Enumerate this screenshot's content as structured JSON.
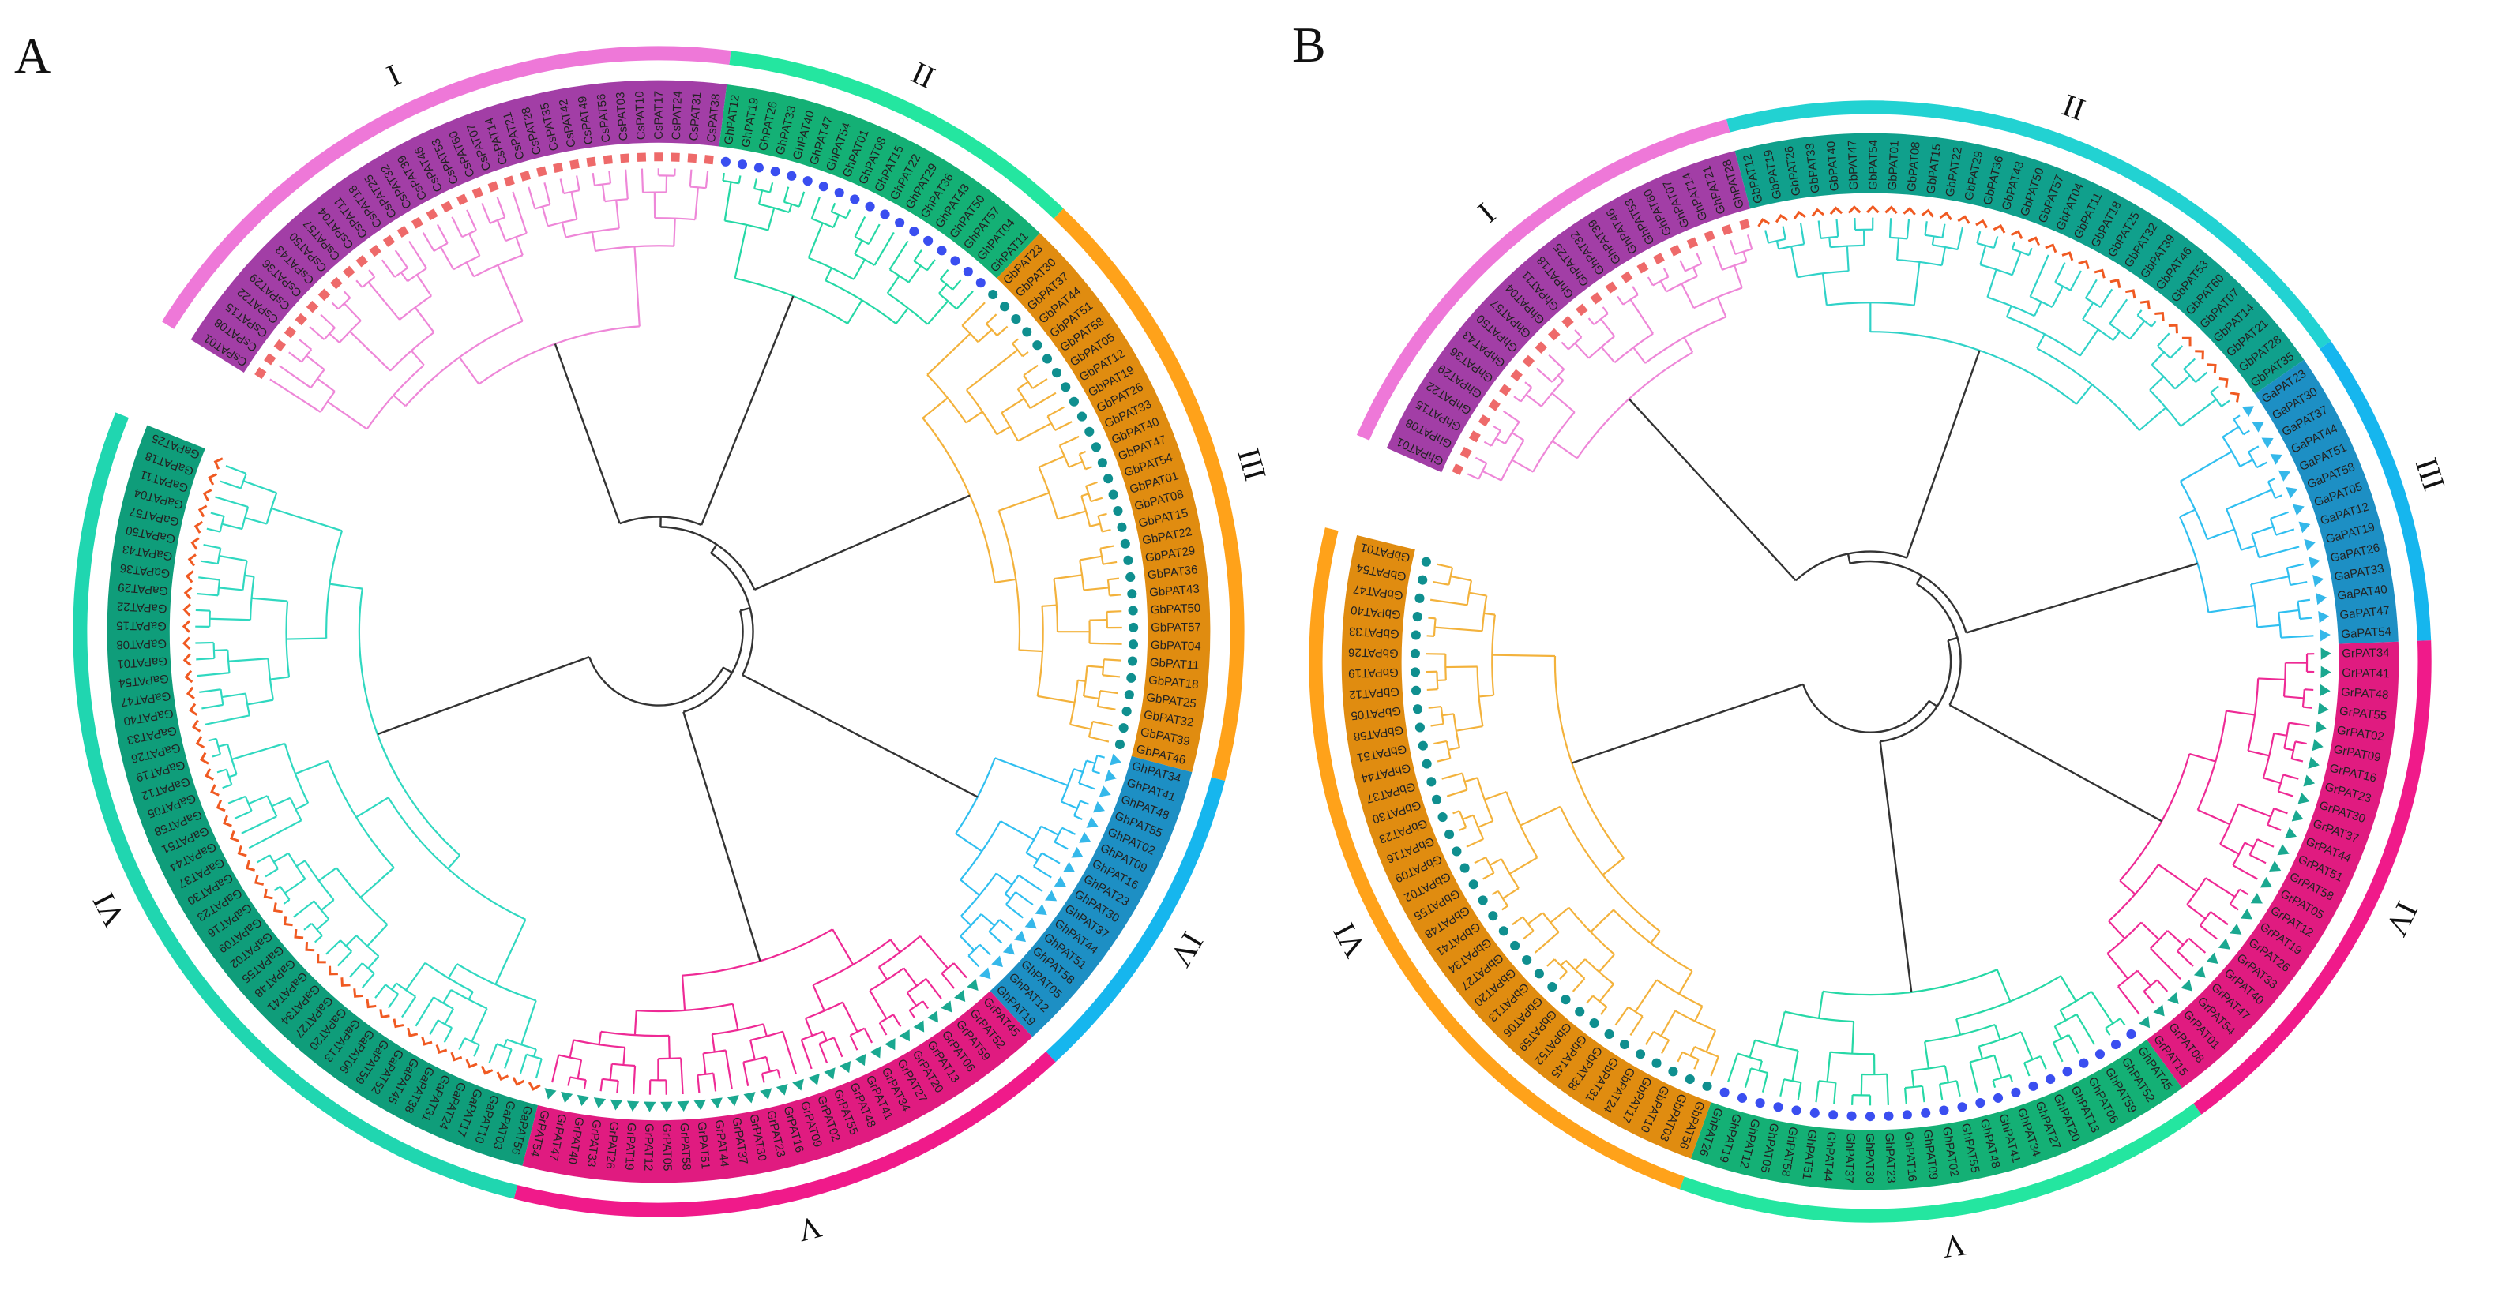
{
  "panels": [
    {
      "letter": "A",
      "clades": [
        {
          "label": "I",
          "ring": "#ee78d8",
          "band": "#a23ea6",
          "line": "#ee87d8",
          "marker": "square",
          "markerColor": "#ee6a6a",
          "prefix": "CsPAT",
          "count": 32
        },
        {
          "label": "II",
          "ring": "#24e6a0",
          "band": "#14b075",
          "line": "#26d8a6",
          "marker": "circle",
          "markerColor": "#3a4ef0",
          "prefix": "GhPAT",
          "count": 18
        },
        {
          "label": "III",
          "ring": "#ffa21a",
          "band": "#e08c10",
          "line": "#f3b23c",
          "marker": "circle",
          "markerColor": "#0f8f8f",
          "prefix": "GbPAT",
          "count": 30
        },
        {
          "label": "IV",
          "ring": "#16b6ee",
          "band": "#1d8fc4",
          "line": "#30bff0",
          "marker": "triangle",
          "markerColor": "#35b8ea",
          "prefix": "GhPAT",
          "count": 16
        },
        {
          "label": "V",
          "ring": "#f01a8a",
          "band": "#e01b80",
          "line": "#ee2a95",
          "marker": "triangle",
          "markerColor": "#1aa890",
          "prefix": "GrPAT",
          "count": 28
        },
        {
          "label": "VI",
          "ring": "#20d6b0",
          "band": "#0f9d7a",
          "line": "#30d8c0",
          "marker": "arrow",
          "markerColor": "#f05a22",
          "prefix": "GaPAT",
          "count": 48
        }
      ]
    },
    {
      "letter": "B",
      "clades": [
        {
          "label": "I",
          "ring": "#ee78d8",
          "band": "#a23ea6",
          "line": "#ee87d8",
          "marker": "square",
          "markerColor": "#ee6a6a",
          "prefix": "GhPAT",
          "count": 22
        },
        {
          "label": "II",
          "ring": "#22d2d2",
          "band": "#10a08c",
          "line": "#30d2c8",
          "marker": "arrow",
          "markerColor": "#f05a22",
          "prefix": "GbPAT",
          "count": 30
        },
        {
          "label": "III",
          "ring": "#16b6ee",
          "band": "#1d8fc4",
          "line": "#30bff0",
          "marker": "triangle",
          "markerColor": "#35b8ea",
          "prefix": "GaPAT",
          "count": 14
        },
        {
          "label": "IV",
          "ring": "#f01a8a",
          "band": "#e01b80",
          "line": "#ee2a95",
          "marker": "triangle",
          "markerColor": "#1aa890",
          "prefix": "GrPAT",
          "count": 24
        },
        {
          "label": "V",
          "ring": "#24e6a0",
          "band": "#14b075",
          "line": "#26d8a6",
          "marker": "circle",
          "markerColor": "#3a4ef0",
          "prefix": "GhPAT",
          "count": 24
        },
        {
          "label": "VI",
          "ring": "#ffa21a",
          "band": "#e08c10",
          "line": "#f3b23c",
          "marker": "circle",
          "markerColor": "#0f8f8f",
          "prefix": "GbPAT",
          "count": 36
        }
      ]
    }
  ]
}
